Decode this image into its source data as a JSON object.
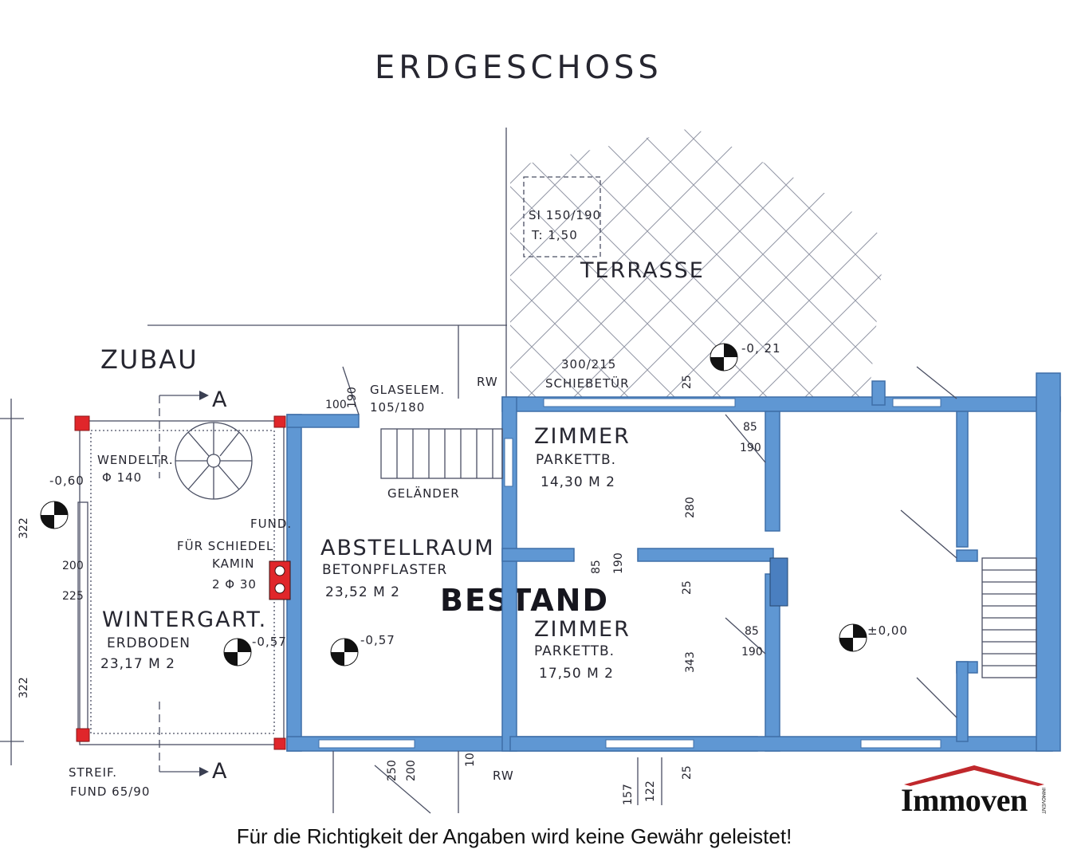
{
  "plan": {
    "title": "ERDGESCHOSS",
    "terrace_label": "TERRASSE",
    "zubau_label": "ZUBAU",
    "bestand_label": "BESTAND",
    "section_marker": "A",
    "rooms": {
      "wintergarten": {
        "name": "WINTERGART.",
        "floor": "ERDBODEN",
        "area": "23,17 M 2"
      },
      "abstellraum": {
        "name": "ABSTELLRAUM",
        "floor": "BETONPFLASTER",
        "area": "23,52 M 2"
      },
      "zimmer1": {
        "name": "ZIMMER",
        "floor": "PARKETTB.",
        "area": "14,30 M 2"
      },
      "zimmer2": {
        "name": "ZIMMER",
        "floor": "PARKETTB.",
        "area": "17,50 M 2"
      }
    },
    "annotations": {
      "wendeltreppe": "WENDELTR.",
      "wendeltreppe_dia": "Φ 140",
      "fund": "FUND.",
      "kamin1": "FÜR SCHIEDEL",
      "kamin2": "KAMIN",
      "kamin3": "2 Φ 30",
      "glaselement1": "GLASELEM.",
      "glaselement2": "105/180",
      "gelaender": "GELÄNDER",
      "schiebetuer_dim": "300/215",
      "schiebetuer": "SCHIEBETÜR",
      "si1": "SI 150/190",
      "si2": "T: 1,50",
      "rw_top": "RW",
      "rw_bottom": "RW",
      "streif1": "STREIF.",
      "streif2": "FUND 65/90"
    },
    "levels": {
      "terrasse": "-0, 21",
      "west": "-0,60",
      "wintergarten": "-0,57",
      "abstellraum": "-0,57",
      "east": "±0,00"
    },
    "dims": {
      "d100": "100",
      "d190a": "190",
      "d85a": "85",
      "d190b": "190",
      "d25a": "25",
      "d280": "280",
      "d85b": "85",
      "d190c": "190",
      "d25b": "25",
      "d343": "343",
      "d85c": "85",
      "d190d": "190",
      "d322a": "322",
      "d322b": "322",
      "d200": "200",
      "d225": "225",
      "d250": "250",
      "d200b": "200",
      "d10": "10",
      "d157": "157",
      "d122": "122",
      "d25c": "25"
    }
  },
  "disclaimer": "Für die Richtigkeit der Angaben wird keine Gewähr geleistet!",
  "logo": {
    "word": "Immoven",
    "tag": "IMMOVENT",
    "roof_color": "#c0282c"
  },
  "colors": {
    "wall": "#5f97d3",
    "wall_edge": "#3f6fa8",
    "chimney": "#e0262a"
  }
}
